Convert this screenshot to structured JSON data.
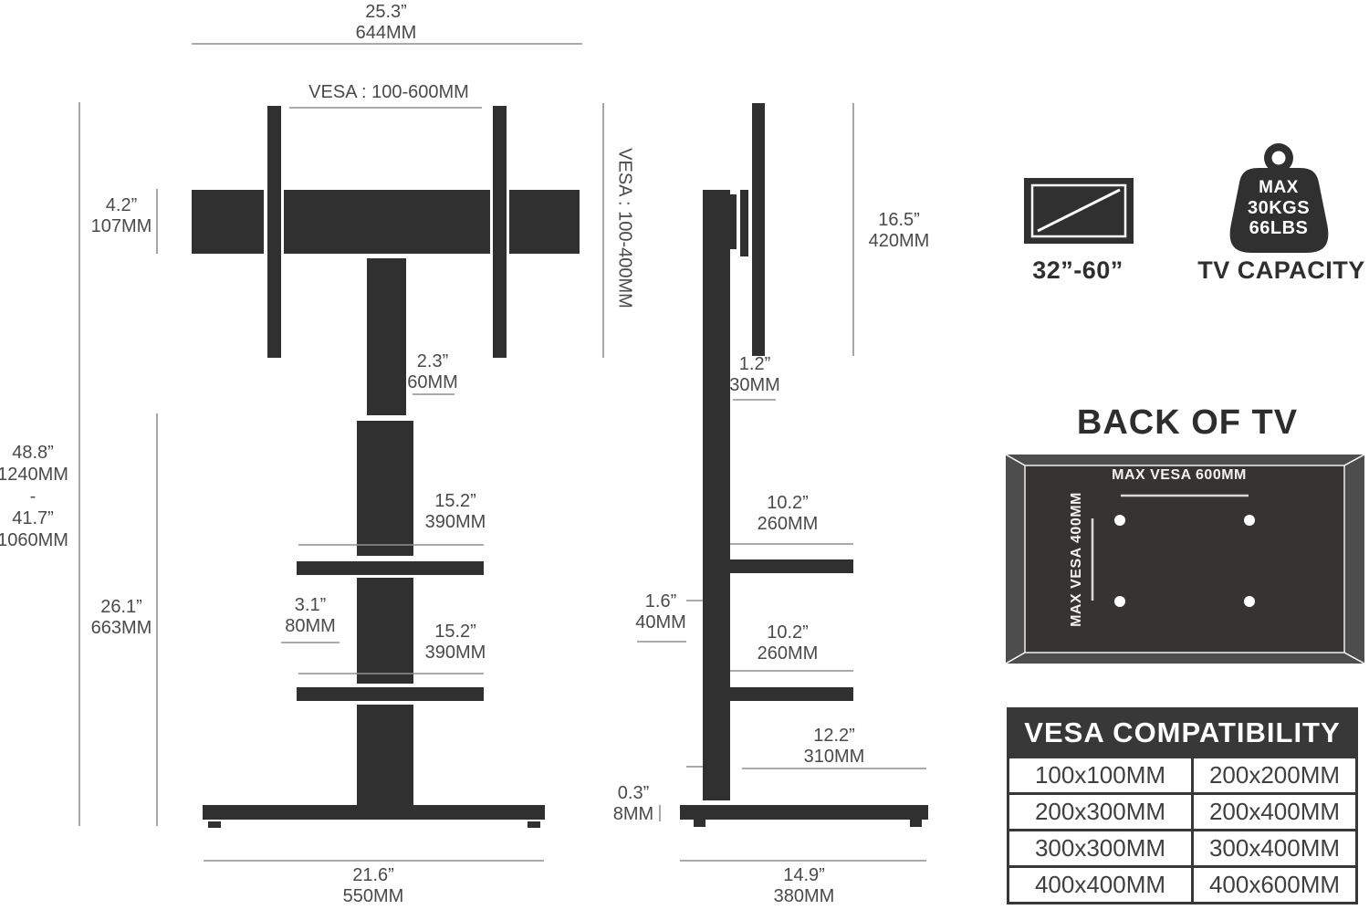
{
  "front_view": {
    "dims": {
      "top_width": {
        "in": "25.3”",
        "mm": "644MM"
      },
      "vesa_range": "VESA : 100-600MM",
      "bracket_height": {
        "in": "4.2”",
        "mm": "107MM"
      },
      "height_range": {
        "max_in": "48.8”",
        "max_mm": "1240MM",
        "sep": "-",
        "min_in": "41.7”",
        "min_mm": "1060MM"
      },
      "column_width": {
        "in": "2.3”",
        "mm": "60MM"
      },
      "shelf_gap_upper": {
        "in": "15.2”",
        "mm": "390MM"
      },
      "shelf_offset": {
        "in": "3.1”",
        "mm": "80MM"
      },
      "shelf_gap_lower": {
        "in": "15.2”",
        "mm": "390MM"
      },
      "lower_height": {
        "in": "26.1”",
        "mm": "663MM"
      },
      "base_width": {
        "in": "21.6”",
        "mm": "550MM"
      }
    }
  },
  "side_view": {
    "dims": {
      "vesa_range_vertical": "VESA : 100-400MM",
      "tv_bracket_height": {
        "in": "16.5”",
        "mm": "420MM"
      },
      "bracket_depth": {
        "in": "1.2”",
        "mm": "30MM"
      },
      "shelf_depth_upper": {
        "in": "10.2”",
        "mm": "260MM"
      },
      "column_depth": {
        "in": "1.6”",
        "mm": "40MM"
      },
      "shelf_depth_lower": {
        "in": "10.2”",
        "mm": "260MM"
      },
      "base_depth_inner": {
        "in": "12.2”",
        "mm": "310MM"
      },
      "base_thickness": {
        "in": "0.3”",
        "mm": "8MM"
      },
      "base_depth": {
        "in": "14.9”",
        "mm": "380MM"
      }
    }
  },
  "specs": {
    "tv_size_label": "32”-60”",
    "capacity_label": "TV CAPACITY",
    "capacity_line1": "MAX",
    "capacity_line2": "30KGS",
    "capacity_line3": "66LBS"
  },
  "back_of_tv": {
    "title": "BACK OF TV",
    "max_vesa_horizontal": "MAX VESA 600MM",
    "max_vesa_vertical": "MAX VESA 400MM"
  },
  "vesa_table": {
    "title": "VESA COMPATIBILITY",
    "rows": [
      [
        "100x100MM",
        "200x200MM"
      ],
      [
        "200x300MM",
        "200x400MM"
      ],
      [
        "300x300MM",
        "300x400MM"
      ],
      [
        "400x400MM",
        "400x600MM"
      ]
    ]
  },
  "colors": {
    "diagram_shape": "#303030",
    "dimension_line": "#8f8f8f",
    "dimension_text": "#4a4a4a",
    "panel_frame": "#4d4d4d",
    "panel_inner": "#363432",
    "table_header_bg": "#383838",
    "white": "#ffffff"
  }
}
